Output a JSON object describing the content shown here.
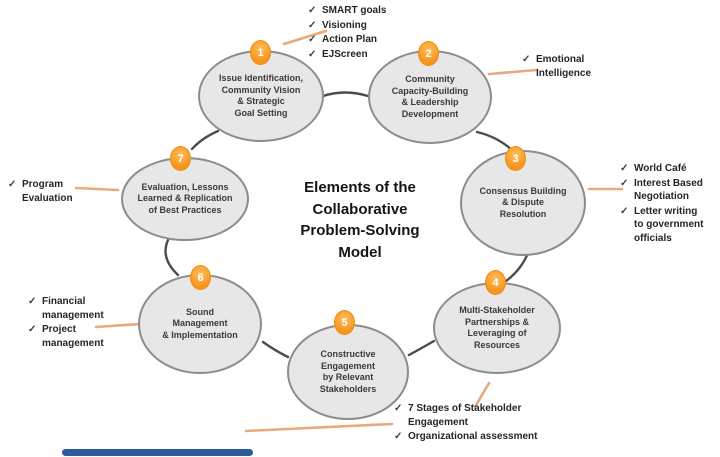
{
  "title": {
    "text": "Elements of the\nCollaborative\nProblem-Solving\nModel"
  },
  "icons": {
    "check": "✓"
  },
  "colors": {
    "accent_orange": "#F7941E",
    "leader_line": "#E9A97E",
    "connector": "#4C4C4C",
    "node_fill": "#E8E7E7",
    "node_border": "#8C8C8C",
    "text_dark": "#3A3A3A",
    "blue_bar": "#2E5B9C"
  },
  "nodes": [
    {
      "num": "1",
      "label": "Issue Identification,\nCommunity Vision\n& Strategic\nGoal Setting"
    },
    {
      "num": "2",
      "label": "Community\nCapacity-Building\n& Leadership\nDevelopment"
    },
    {
      "num": "3",
      "label": "Consensus Building\n& Dispute\nResolution"
    },
    {
      "num": "4",
      "label": "Multi-Stakeholder\nPartnerships &\nLeveraging of\nResources"
    },
    {
      "num": "5",
      "label": "Constructive\nEngagement\nby Relevant\nStakeholders"
    },
    {
      "num": "6",
      "label": "Sound\nManagement\n& Implementation"
    },
    {
      "num": "7",
      "label": "Evaluation, Lessons\nLearned & Replication\nof Best Practices"
    }
  ],
  "annotations": {
    "node1": {
      "items": [
        "SMART goals",
        "Visioning",
        "Action Plan",
        "EJScreen"
      ]
    },
    "node2": {
      "items": [
        "Emotional\nIntelligence"
      ]
    },
    "node3": {
      "items": [
        "World Café",
        "Interest Based\nNegotiation",
        "Letter writing\nto government\nofficials"
      ]
    },
    "node4": {
      "items": [
        "7 Stages of Stakeholder\nEngagement",
        "Organizational assessment"
      ]
    },
    "node6": {
      "items": [
        "Financial\nmanagement",
        "Project\nmanagement"
      ]
    },
    "node7": {
      "items": [
        "Program\nEvaluation"
      ]
    }
  }
}
